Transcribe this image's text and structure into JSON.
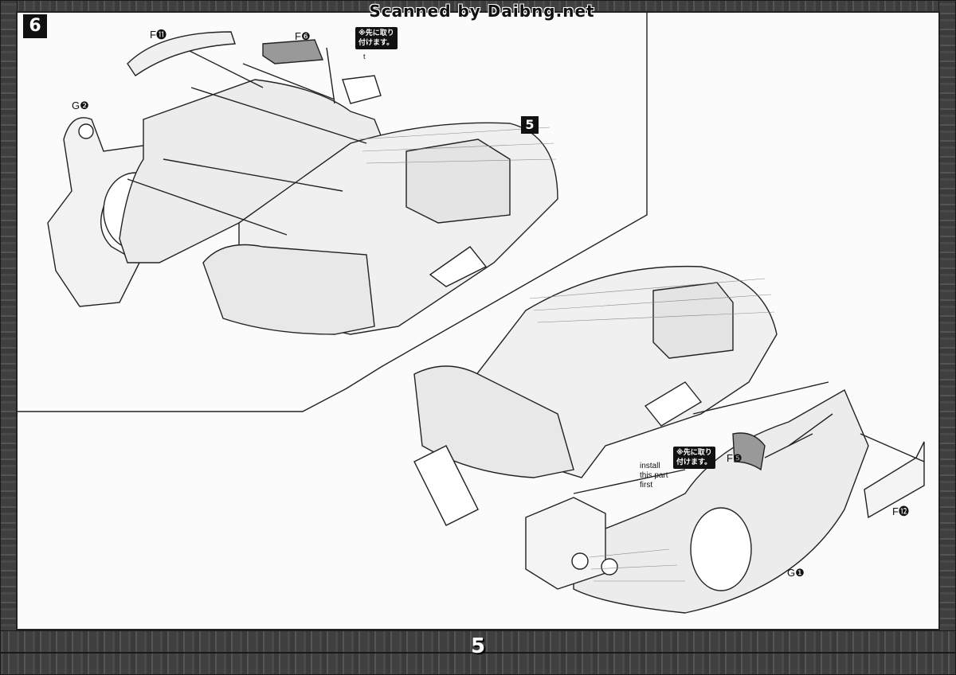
{
  "scanner_credit": "Scanned by Daibng.net",
  "step_main": "6",
  "step_sub": "5",
  "labels": {
    "f11": "F⓫",
    "f6": "F❻",
    "g2": "G❷",
    "f5": "F❺",
    "f12": "F⓬",
    "g1": "G❶"
  },
  "notes": {
    "top_line1": "※先に取り",
    "top_line2": "付けます。",
    "top_sub": "t",
    "right_line1": "※先に取り",
    "right_line2": "付けます。"
  },
  "install_note": {
    "line1": "install",
    "line2": "this part",
    "line3": "first"
  },
  "page_number": "5"
}
